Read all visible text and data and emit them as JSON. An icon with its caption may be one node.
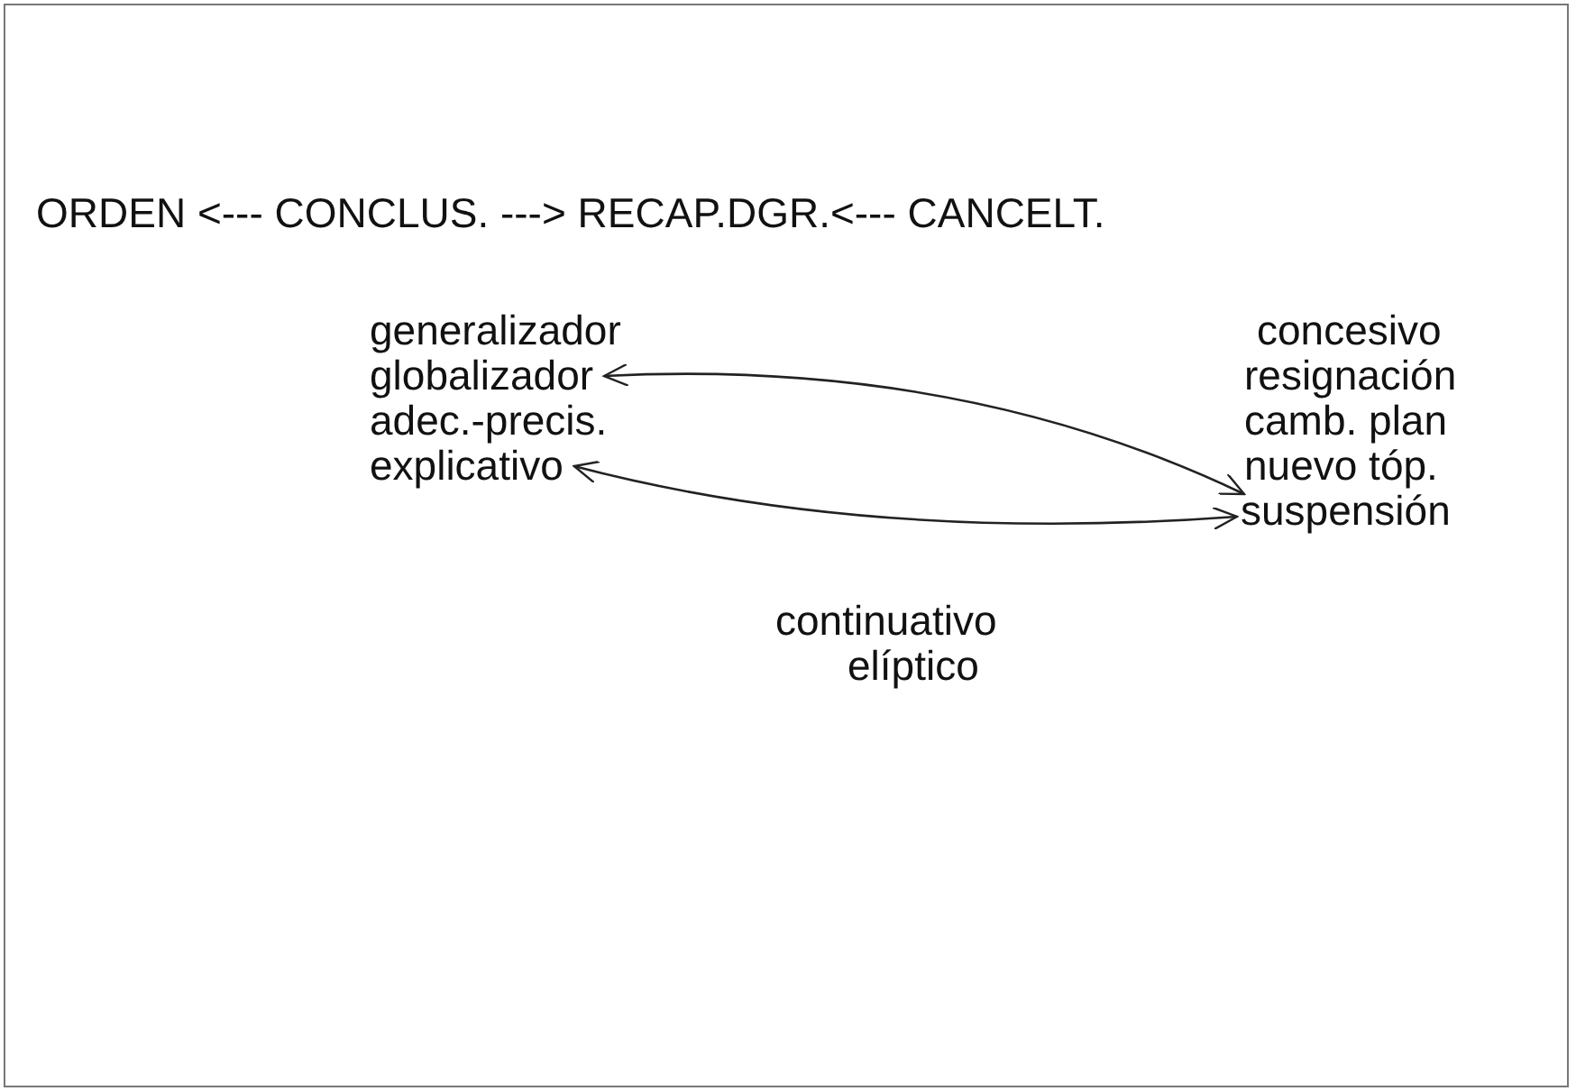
{
  "diagram": {
    "nodes": [
      {
        "text": [
          "globalizador"
        ]
      },
      {
        "text": [
          "explicativo"
        ]
      },
      {
        "text": [
          "suspensión"
        ]
      }
    ],
    "edges": [
      {
        "from": 2,
        "to": 0,
        "arrow": "both"
      },
      {
        "from": 2,
        "to": 1,
        "arrow": "both"
      }
    ],
    "labels": [
      "ORDEN <--- CONCLUS. ---> RECAP.DGR.<--- CANCELT.",
      "generalizador",
      "concesivo",
      "resignación",
      "adec.-precis.",
      "camb. plan",
      "nuevo tóp.",
      "continuativo",
      "elíptico"
    ]
  }
}
